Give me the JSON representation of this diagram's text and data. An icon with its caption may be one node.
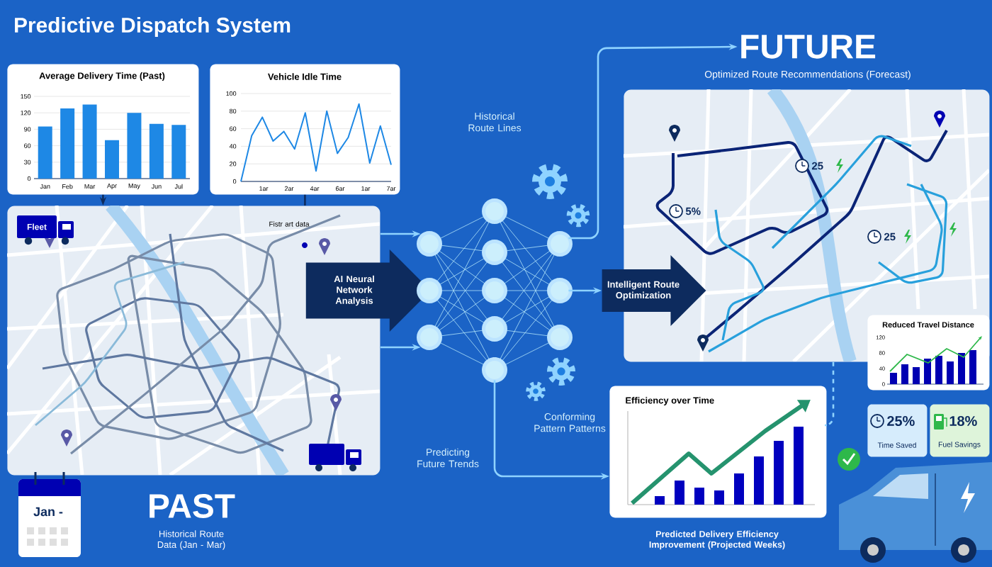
{
  "diagram": {
    "title": "Predictive Dispatch System",
    "nodes": [
      {
        "text": [
          "Average Delivery Time (Past)"
        ]
      },
      {
        "text": [
          "Vehicle Idle Time"
        ]
      },
      {
        "text": [
          "PAST",
          "Historical Route Data (Jan - Mar)"
        ]
      },
      {
        "text": [
          "AI Neural Network Analysis"
        ]
      },
      {
        "text": [],
        "shape": "picture"
      },
      {
        "text": [
          "Intelligent Route Optimization"
        ]
      },
      {
        "text": [
          "FUTURE",
          "Optimized Route Recommendations (Forecast)"
        ]
      },
      {
        "text": [
          "Reduced Travel Distance"
        ]
      },
      {
        "text": [
          "25%",
          "Time Saved"
        ]
      },
      {
        "text": [
          "18%",
          "Fuel Savings"
        ]
      },
      {
        "text": [
          "Efficiency over Time"
        ],
        "beside": [
          "Predicted Delivery Efficiency Improvement (Projected Weeks)"
        ]
      }
    ],
    "edges": [
      {
        "from": 0,
        "to": 2,
        "arrow": "to",
        "color": "#0d2b5e"
      },
      {
        "from": 1,
        "to": 2,
        "arrow": "none",
        "color": "#0d2b5e"
      },
      {
        "from": 2,
        "to": 4,
        "arrow": "to"
      },
      {
        "from": 2,
        "to": 4,
        "arrow": "to"
      },
      {
        "from": 4,
        "to": 5,
        "arrow": "to"
      },
      {
        "from": 4,
        "to": 6,
        "arrow": "to"
      },
      {
        "from": 4,
        "to": 10,
        "arrow": "to"
      },
      {
        "from": 6,
        "to": 10,
        "arrow": "none",
        "style": "dashed"
      }
    ],
    "labels": [
      "100",
      "80",
      "60",
      "40",
      "20",
      "0",
      "1ar",
      "2ar",
      "4ar",
      "6ar",
      "1ar",
      "7ar",
      "Fleet",
      "Fistr art data",
      "Historical Route Lines",
      "25",
      "5%",
      "25",
      "120",
      "80",
      "40",
      "0",
      "Conforming Pattern Patterns",
      "Predicting Future Trends",
      "Jan -"
    ],
    "chart_data": {
      "type": "bar",
      "categories": [
        "Jan",
        "Feb",
        "Mar",
        "Apr",
        "May",
        "Jun",
        "Jul"
      ],
      "values": [
        95,
        128,
        135,
        70,
        120,
        100,
        98
      ],
      "ylim": [
        0,
        150
      ],
      "yticks": [
        0,
        30,
        60,
        90,
        120,
        150
      ],
      "grid": true,
      "color": "#1e88e5"
    }
  }
}
